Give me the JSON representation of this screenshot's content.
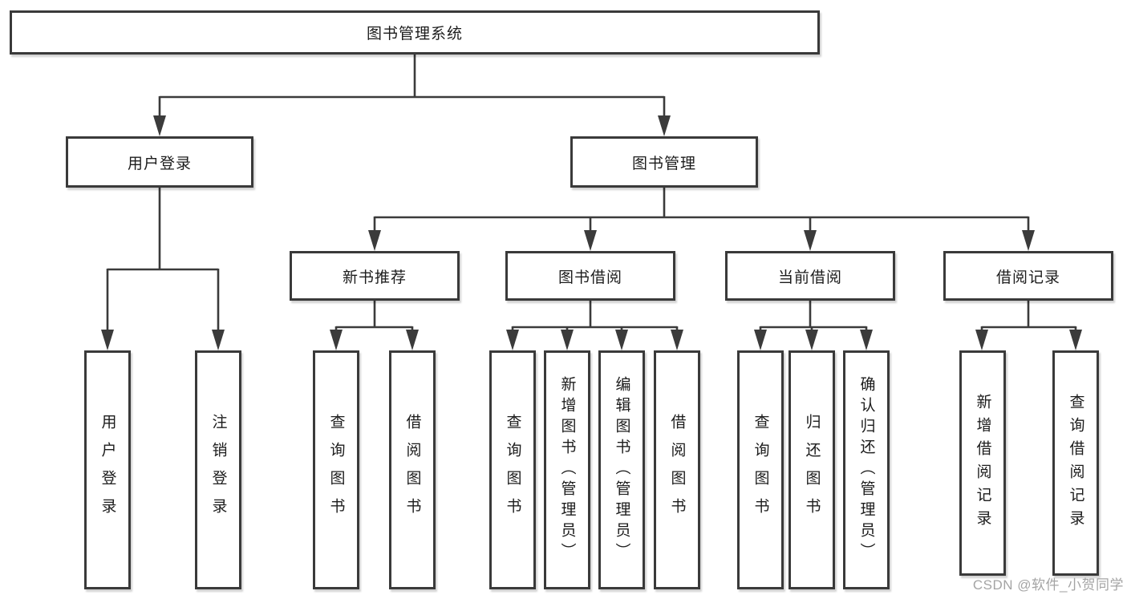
{
  "tree": {
    "root": {
      "label": "图书管理系统",
      "children": [
        {
          "label": "用户登录",
          "children": [
            {
              "label": "用户登录"
            },
            {
              "label": "注销登录"
            }
          ]
        },
        {
          "label": "图书管理",
          "children": [
            {
              "label": "新书推荐",
              "children": [
                {
                  "label": "查询图书"
                },
                {
                  "label": "借阅图书"
                }
              ]
            },
            {
              "label": "图书借阅",
              "children": [
                {
                  "label": "查询图书"
                },
                {
                  "label": "新增图书（管理员）"
                },
                {
                  "label": "编辑图书（管理员）"
                },
                {
                  "label": "借阅图书"
                }
              ]
            },
            {
              "label": "当前借阅",
              "children": [
                {
                  "label": "查询图书"
                },
                {
                  "label": "归还图书"
                },
                {
                  "label": "确认归还（管理员）"
                }
              ]
            },
            {
              "label": "借阅记录",
              "children": [
                {
                  "label": "新增借阅记录"
                },
                {
                  "label": "查询借阅记录"
                }
              ]
            }
          ]
        }
      ]
    }
  },
  "watermark": "CSDN @软件_小贺同学",
  "colors": {
    "line": "#3b3b3b",
    "box_border": "#3a3a3a",
    "box_fill": "#ffffff",
    "text": "#1c1c1c",
    "watermark": "#949494",
    "background": "#ffffff"
  }
}
